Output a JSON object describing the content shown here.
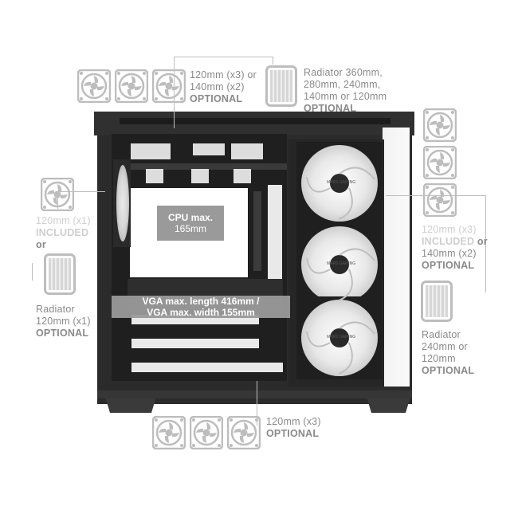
{
  "top": {
    "fans_text": [
      "120mm (x3) or",
      "140mm (x2)",
      "OPTIONAL"
    ],
    "radiator_text": [
      "Radiator 360mm,",
      "280mm, 240mm,",
      "140mm or 120mm",
      "OPTIONAL"
    ]
  },
  "left": {
    "fan_text": [
      "120mm (x1)",
      "INCLUDED",
      "or"
    ],
    "radiator_text": [
      "Radiator",
      "120mm (x1)",
      "OPTIONAL"
    ]
  },
  "right": {
    "fans_text": [
      "120mm (x3)",
      "INCLUDED",
      "or",
      "140mm (x2)",
      "OPTIONAL"
    ],
    "radiator_text": [
      "Radiator",
      "240mm or",
      "120mm",
      "OPTIONAL"
    ]
  },
  "bottom": {
    "fans_text": [
      "120mm (x3)",
      "OPTIONAL"
    ]
  },
  "cpu": {
    "title": "CPU max.",
    "value": "165mm"
  },
  "vga": {
    "line1": "VGA max. length 416mm /",
    "line2": "VGA max. width 155mm"
  },
  "brand_small": "MARS GAMING",
  "colors": {
    "icon_gray": "#bdbdbd",
    "label_gray": "#8a8a8a",
    "case_dark": "#2a2a2a",
    "box_gray": "#9a9a9a"
  }
}
